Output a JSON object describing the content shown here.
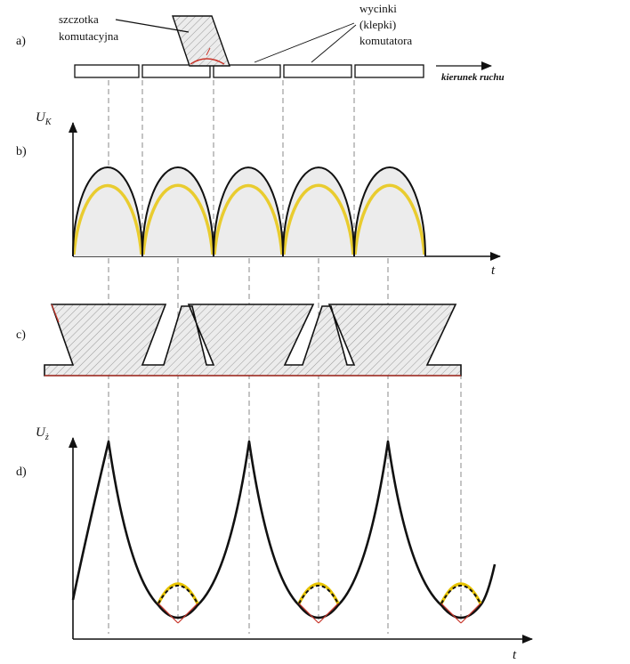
{
  "figure": {
    "panels": {
      "a": "a)",
      "b": "b)",
      "c": "c)",
      "d": "d)"
    },
    "labels": {
      "brush_line1": "szczotka",
      "brush_line2": "komutacyjna",
      "segments_line1": "wycinki",
      "segments_line2": "(klepki)",
      "segments_line3": "komutatora",
      "direction": "kierunek ruchu"
    },
    "axes": {
      "uk_main": "U",
      "uk_sub": "K",
      "uz_main": "U",
      "uz_sub": "ż",
      "t_b": "t",
      "t_d": "t"
    },
    "colors": {
      "ink": "#111111",
      "guide": "#8a8a8a",
      "hatch": "#9a9a9a",
      "fill": "#e8e8e8",
      "highlight": "#e8c400",
      "accent_red": "#c8352a"
    }
  }
}
